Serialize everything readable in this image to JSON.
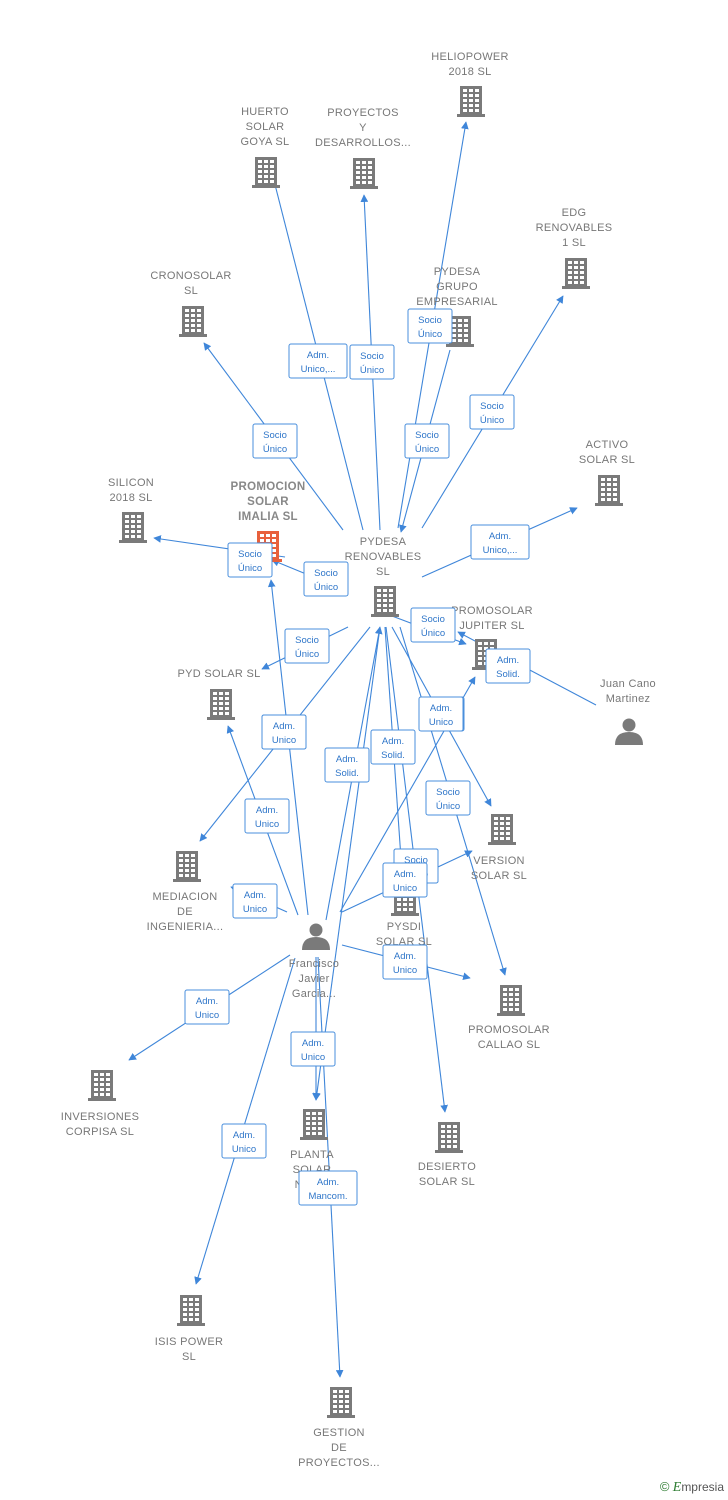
{
  "colors": {
    "edge": "#3f86d9",
    "building": "#7a7a7a",
    "focus_building": "#e8603c",
    "person": "#7a7a7a"
  },
  "nodes": [
    {
      "id": "heliopower",
      "type": "company",
      "lines": [
        "HELIOPOWER",
        "2018  SL"
      ]
    },
    {
      "id": "huerto",
      "type": "company",
      "lines": [
        "HUERTO",
        "SOLAR",
        "GOYA  SL"
      ]
    },
    {
      "id": "proyectos",
      "type": "company",
      "lines": [
        "PROYECTOS",
        "Y",
        "DESARROLLOS..."
      ]
    },
    {
      "id": "edg",
      "type": "company",
      "lines": [
        "EDG",
        "RENOVABLES",
        "1  SL"
      ]
    },
    {
      "id": "cronosolar",
      "type": "company",
      "lines": [
        "CRONOSOLAR",
        "SL"
      ]
    },
    {
      "id": "pydesa_grupo",
      "type": "company",
      "lines": [
        "PYDESA",
        "GRUPO",
        "EMPRESARIAL"
      ]
    },
    {
      "id": "activo",
      "type": "company",
      "lines": [
        "ACTIVO",
        "SOLAR  SL"
      ]
    },
    {
      "id": "silicon",
      "type": "company",
      "lines": [
        "SILICON",
        "2018  SL"
      ]
    },
    {
      "id": "promocion",
      "type": "focus",
      "lines": [
        "PROMOCION",
        "SOLAR",
        "IMALIA  SL"
      ]
    },
    {
      "id": "pydesa_ren",
      "type": "company",
      "lines": [
        "PYDESA",
        "RENOVABLES",
        "SL"
      ]
    },
    {
      "id": "promosolar_jupiter",
      "type": "company",
      "lines": [
        "PROMOSOLAR",
        "JUPITER  SL"
      ]
    },
    {
      "id": "juan",
      "type": "person",
      "lines": [
        "Juan Cano",
        "Martinez"
      ]
    },
    {
      "id": "pyd_solar",
      "type": "company",
      "lines": [
        "PYD SOLAR  SL"
      ]
    },
    {
      "id": "version",
      "type": "company",
      "lines": [
        "VERSION",
        "SOLAR  SL"
      ]
    },
    {
      "id": "mediacion",
      "type": "company",
      "lines": [
        "MEDIACION",
        "DE",
        "INGENIERIA..."
      ]
    },
    {
      "id": "pysdi",
      "type": "company",
      "lines": [
        "PYSDI",
        "SOLAR  SL"
      ]
    },
    {
      "id": "francisco",
      "type": "person",
      "lines": [
        "Francisco",
        "Javier",
        "Garcia..."
      ]
    },
    {
      "id": "promosolar_callao",
      "type": "company",
      "lines": [
        "PROMOSOLAR",
        "CALLAO  SL"
      ]
    },
    {
      "id": "inversiones",
      "type": "company",
      "lines": [
        "INVERSIONES",
        "CORPISA  SL"
      ]
    },
    {
      "id": "planta",
      "type": "company",
      "lines": [
        "PLANTA",
        "SOLAR",
        "NUÑ..."
      ]
    },
    {
      "id": "desierto",
      "type": "company",
      "lines": [
        "DESIERTO",
        "SOLAR  SL"
      ]
    },
    {
      "id": "isis",
      "type": "company",
      "lines": [
        "ISIS POWER",
        "SL"
      ]
    },
    {
      "id": "gestion",
      "type": "company",
      "lines": [
        "GESTION",
        "DE",
        "PROYECTOS..."
      ]
    }
  ],
  "edges": [
    {
      "from": "pydesa_ren",
      "to": "heliopower",
      "label": [
        "Socio",
        "Único"
      ]
    },
    {
      "from": "pydesa_ren",
      "to": "huerto",
      "label": [
        "Adm.",
        "Unico,..."
      ]
    },
    {
      "from": "pydesa_ren",
      "to": "proyectos",
      "label": [
        "Socio",
        "Único"
      ]
    },
    {
      "from": "pydesa_ren",
      "to": "edg",
      "label": [
        "Socio",
        "Único"
      ]
    },
    {
      "from": "pydesa_ren",
      "to": "cronosolar",
      "label": [
        "Socio",
        "Único"
      ]
    },
    {
      "from": "pydesa_grupo",
      "to": "pydesa_ren",
      "label": [
        "Socio",
        "Único"
      ]
    },
    {
      "from": "pydesa_ren",
      "to": "activo",
      "label": [
        "Adm.",
        "Unico,..."
      ]
    },
    {
      "from": "pydesa_ren",
      "to": "silicon",
      "label": [
        "Socio",
        "Único"
      ]
    },
    {
      "from": "pydesa_ren",
      "to": "promocion",
      "label": [
        "Socio",
        "Único"
      ]
    },
    {
      "from": "pydesa_ren",
      "to": "promosolar_jupiter",
      "label": [
        "Socio",
        "Único"
      ]
    },
    {
      "from": "pydesa_ren",
      "to": "pyd_solar",
      "label": [
        "Socio",
        "Único"
      ]
    },
    {
      "from": "pydesa_ren",
      "to": "version",
      "label": [
        "Socio",
        "Único"
      ]
    },
    {
      "from": "pydesa_ren",
      "to": "mediacion",
      "label": [
        "Socio",
        "Único"
      ]
    },
    {
      "from": "pydesa_ren",
      "to": "pysdi",
      "label": [
        "Socio",
        "Único"
      ]
    },
    {
      "from": "pydesa_ren",
      "to": "promosolar_callao",
      "label": [
        "Socio",
        "Único"
      ]
    },
    {
      "from": "pydesa_ren",
      "to": "desierto",
      "label": [
        "Socio",
        "Único"
      ]
    },
    {
      "from": "pydesa_ren",
      "to": "planta",
      "label": [
        "Adm.",
        "Solid."
      ]
    },
    {
      "from": "juan",
      "to": "pydesa_ren",
      "label": [
        "Adm.",
        "Solid."
      ]
    },
    {
      "from": "francisco",
      "to": "pydesa_ren",
      "label": [
        "Adm.",
        "Solid."
      ]
    },
    {
      "from": "francisco",
      "to": "promocion",
      "label": [
        "Adm.",
        "Unico"
      ]
    },
    {
      "from": "francisco",
      "to": "pyd_solar",
      "label": [
        "Adm.",
        "Unico"
      ]
    },
    {
      "from": "francisco",
      "to": "promosolar_jupiter",
      "label": [
        "Adm.",
        "Unico"
      ]
    },
    {
      "from": "francisco",
      "to": "mediacion",
      "label": [
        "Adm.",
        "Unico"
      ]
    },
    {
      "from": "francisco",
      "to": "version",
      "label": [
        "Adm.",
        "Unico"
      ]
    },
    {
      "from": "francisco",
      "to": "promosolar_callao",
      "label": [
        "Adm.",
        "Unico"
      ]
    },
    {
      "from": "francisco",
      "to": "inversiones",
      "label": [
        "Adm.",
        "Unico"
      ]
    },
    {
      "from": "francisco",
      "to": "planta",
      "label": [
        "Adm.",
        "Unico"
      ]
    },
    {
      "from": "francisco",
      "to": "isis",
      "label": [
        "Adm.",
        "Unico"
      ]
    },
    {
      "from": "francisco",
      "to": "gestion",
      "label": [
        "Adm.",
        "Mancom."
      ]
    }
  ],
  "brand": {
    "symbol": "©",
    "name": "mpresia",
    "initial": "E"
  }
}
